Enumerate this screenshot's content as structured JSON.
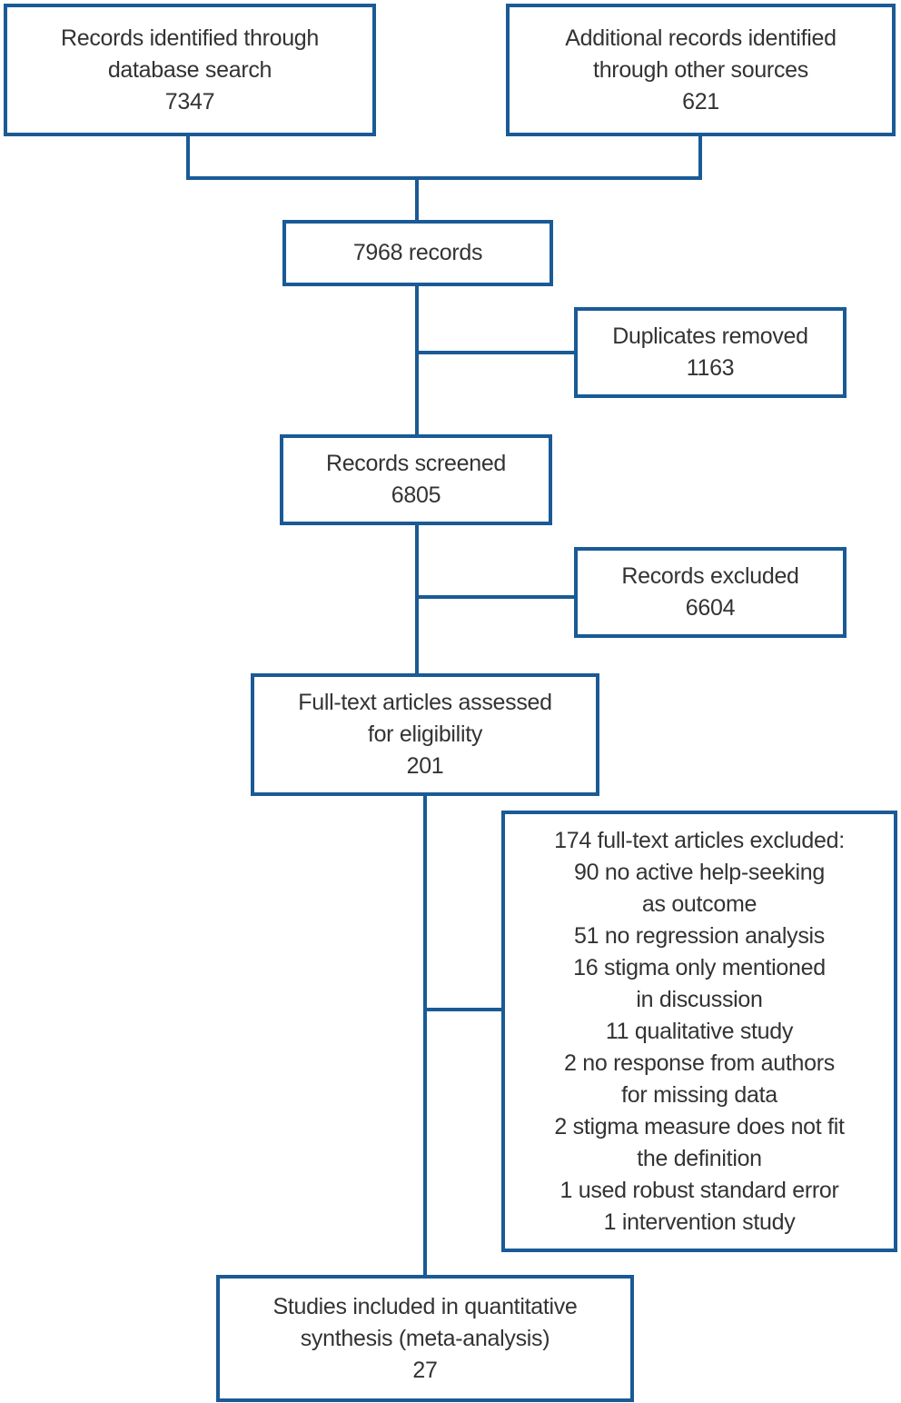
{
  "diagram_title": "Study selection flow diagram (PRISMA)",
  "colors": {
    "box_border": "#1a5a96",
    "connector": "#1a5a96",
    "text": "#333333",
    "background": "#ffffff"
  },
  "boxes": {
    "identified_db": {
      "lines": [
        "Records identified through",
        "database search",
        "7347"
      ],
      "count": 7347
    },
    "identified_other": {
      "lines": [
        "Additional records identified",
        "through other sources",
        "621"
      ],
      "count": 621
    },
    "records_total": {
      "lines": [
        "7968 records"
      ],
      "count": 7968
    },
    "duplicates_removed": {
      "lines": [
        "Duplicates removed",
        "1163"
      ],
      "count": 1163
    },
    "records_screened": {
      "lines": [
        "Records screened",
        "6805"
      ],
      "count": 6805
    },
    "records_excluded": {
      "lines": [
        "Records excluded",
        "6604"
      ],
      "count": 6604
    },
    "fulltext_assessed": {
      "lines": [
        "Full-text articles assessed",
        "for eligibility",
        "201"
      ],
      "count": 201
    },
    "fulltext_excluded": {
      "lines": [
        "174 full-text articles excluded:",
        "90 no active help-seeking",
        "as outcome",
        "51 no regression analysis",
        "16 stigma only mentioned",
        "in discussion",
        "11 qualitative study",
        "2 no response from authors",
        "for missing data",
        "2 stigma measure does not fit",
        "the definition",
        "1 used robust standard error",
        "1 intervention study"
      ],
      "count": 174
    },
    "included_quantitative": {
      "lines": [
        "Studies included in quantitative",
        "synthesis (meta-analysis)",
        "27"
      ],
      "count": 27
    }
  }
}
